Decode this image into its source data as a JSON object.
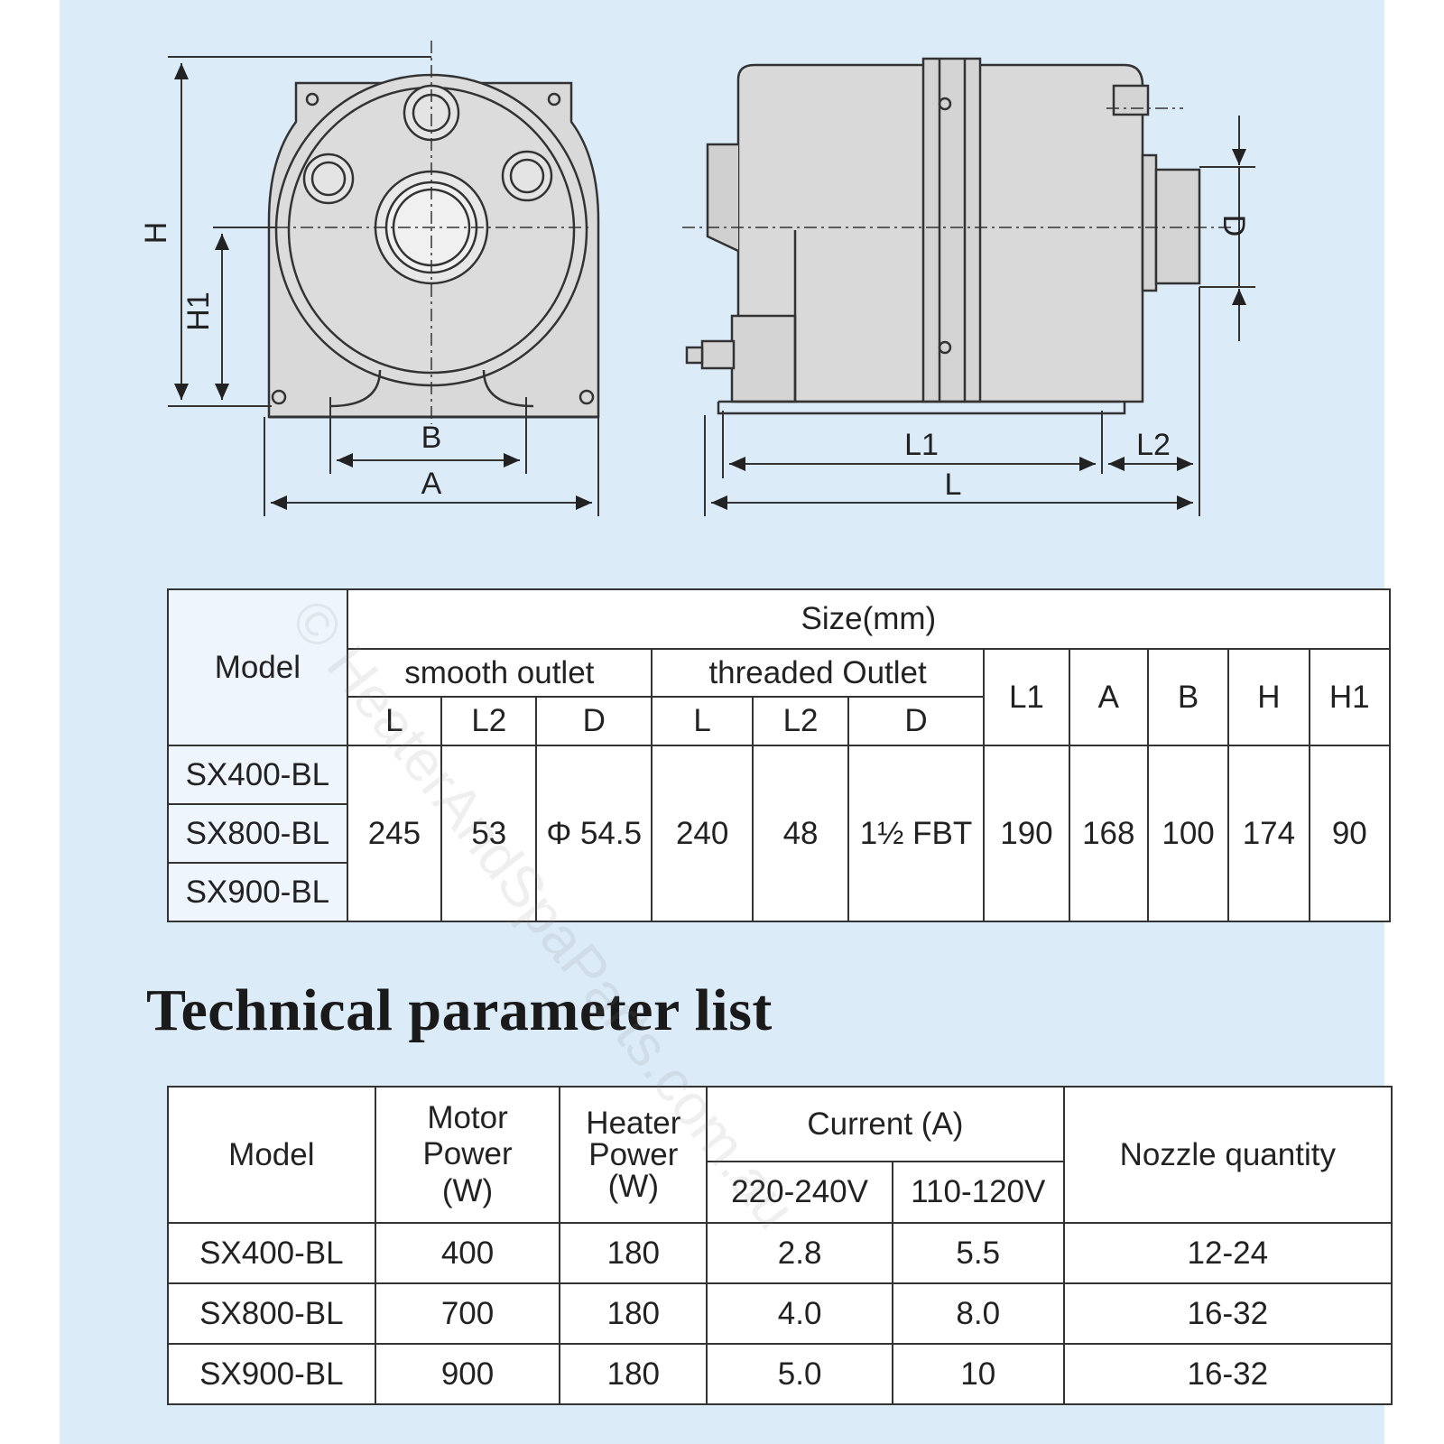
{
  "drawing_labels": {
    "front_view": {
      "H": "H",
      "H1": "H1",
      "B": "B",
      "A": "A"
    },
    "side_view": {
      "L1": "L1",
      "L2": "L2",
      "L": "L",
      "D": "D"
    }
  },
  "size_table": {
    "model_header": "Model",
    "size_header": "Size(mm)",
    "smooth_outlet": "smooth outlet",
    "threaded_outlet": "threaded Outlet",
    "sub_headers": [
      "L",
      "L2",
      "D",
      "L",
      "L2",
      "D"
    ],
    "right_headers": [
      "L1",
      "A",
      "B",
      "H",
      "H1"
    ],
    "models": [
      "SX400-BL",
      "SX800-BL",
      "SX900-BL"
    ],
    "values": [
      "245",
      "53",
      "Φ 54.5",
      "240",
      "48",
      "1½ FBT",
      "190",
      "168",
      "100",
      "174",
      "90"
    ]
  },
  "heading": "Technical parameter list",
  "param_table": {
    "headers": {
      "model": "Model",
      "motor_power": [
        "Motor",
        "Power",
        "(W)"
      ],
      "heater_power": [
        "Heater",
        "Power",
        "(W)"
      ],
      "current": "Current (A)",
      "v220": "220-240V",
      "v110": "110-120V",
      "nozzle": "Nozzle quantity"
    },
    "rows": [
      {
        "model": "SX400-BL",
        "motor": "400",
        "heater": "180",
        "c220": "2.8",
        "c110": "5.5",
        "nozzle": "12-24"
      },
      {
        "model": "SX800-BL",
        "motor": "700",
        "heater": "180",
        "c220": "4.0",
        "c110": "8.0",
        "nozzle": "16-32"
      },
      {
        "model": "SX900-BL",
        "motor": "900",
        "heater": "180",
        "c220": "5.0",
        "c110": "10",
        "nozzle": "16-32"
      }
    ]
  },
  "watermark": "© HeaterAndSpaParts.com.au",
  "colors": {
    "sheet_background": "#dcebf8",
    "blower_fill": "#d9d9d9",
    "line": "#333333"
  }
}
